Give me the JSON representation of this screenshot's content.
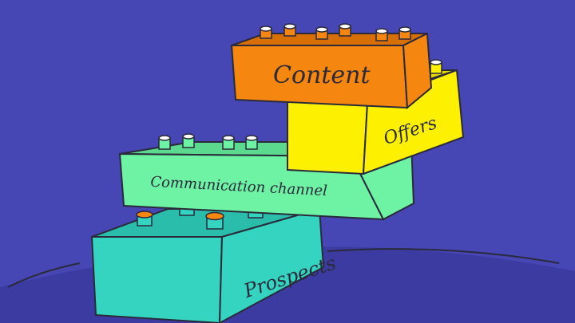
{
  "illustration": {
    "background_color": "#4646b4",
    "ground_color": "#3b3ba2",
    "outline_color": "#2a2a3a",
    "blocks": [
      {
        "id": "content",
        "label": "Content",
        "color": "#f5860f",
        "side_color": "#d86f05"
      },
      {
        "id": "offers",
        "label": "Offers",
        "color": "#fdf101",
        "side_color": "#e6d800"
      },
      {
        "id": "communication",
        "label": "Communication channel",
        "color": "#6ef2a4",
        "side_color": "#5ad98f"
      },
      {
        "id": "prospects",
        "label": "Prospects",
        "color": "#34d4c0",
        "side_color": "#2bbdab"
      }
    ],
    "stud_colors": {
      "hollow": "#ffffff",
      "orange": "#f5860f"
    }
  }
}
